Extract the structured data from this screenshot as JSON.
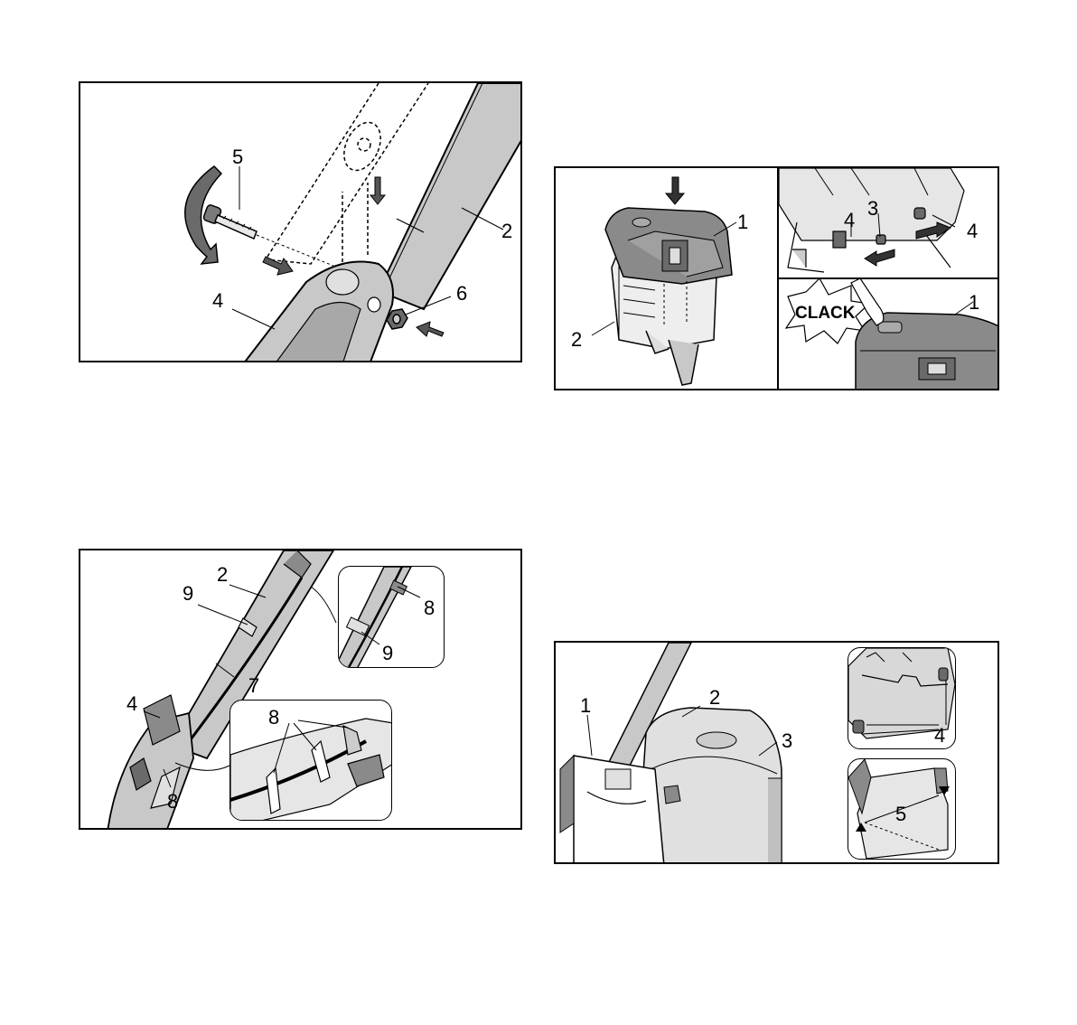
{
  "figures": {
    "handle_bolt": {
      "labels": {
        "bolt": "5",
        "tube": "2",
        "bracket": "4",
        "nut": "6"
      }
    },
    "grass_box_lid": {
      "labels": {
        "lid": "1",
        "box": "2",
        "pin": "3",
        "clip_left": "4",
        "clip_right": "4",
        "lid_closed": "1"
      },
      "clack": "CLACK"
    },
    "cable_routing": {
      "labels": {
        "tube": "2",
        "clip": "9",
        "cable": "7",
        "bracket": "4",
        "hook_bottom": "8",
        "hook_inset_top": "8",
        "clip_inset": "9",
        "hook_inset_bottom": "8"
      }
    },
    "grass_box_mount": {
      "labels": {
        "flap": "1",
        "grass_box": "2",
        "housing": "3",
        "catch": "4",
        "hooks": "5"
      }
    }
  },
  "colors": {
    "line": "#000000",
    "gray_fill": "#c8c8c8",
    "dark_fill": "#8a8a8a"
  }
}
